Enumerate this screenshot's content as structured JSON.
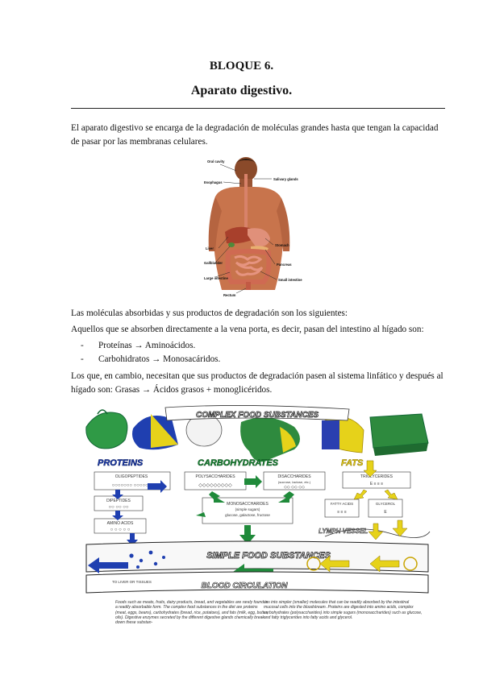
{
  "header": {
    "block_title": "BLOQUE 6.",
    "topic_title": "Aparato digestivo."
  },
  "intro": "El aparato digestivo se encarga de la degradación de moléculas grandes hasta que tengan la capacidad de pasar por las membranas celulares.",
  "anatomy_figure": {
    "labels": {
      "oral_cavity": "Oral cavity",
      "esophagus": "Esophagus",
      "salivary_glands": "Salivary glands",
      "liver": "Liver",
      "stomach": "Stomach",
      "gallbladder": "Gallbladder",
      "pancreas": "Pancreas",
      "large_intestine": "Large intestine",
      "small_intestine": "Small intestine",
      "rectum": "Rectum"
    }
  },
  "absorbed_intro": "Las moléculas absorbidas y sus productos de degradación son los siguientes:",
  "portal_intro": "Aquellos que se absorben directamente a la vena porta, es decir, pasan del intestino al hígado son:",
  "list_items": [
    {
      "dash": "-",
      "text": "Proteínas → Aminoácidos."
    },
    {
      "dash": "-",
      "text": "Carbohidratos → Monosacáridos."
    }
  ],
  "lymph_text": "Los que, en cambio, necesitan que sus productos de degradación pasen al sistema linfático y después al hígado son: Grasas → Ácidos grasos + monoglicéridos.",
  "digestion_figure": {
    "complex_title": "COMPLEX FOOD SUBSTANCES",
    "proteins": "PROTEINS",
    "carbohydrates": "CARBOHYDRATES",
    "fats": "FATS",
    "oligopeptides": "OLIGOPEPTIDES",
    "dipeptides": "DIPEPTIDES",
    "amino_acids": "AMINO ACIDS",
    "polysaccharides": "POLYSACCHARIDES",
    "disaccharides": "DISACCHARIDES",
    "disaccharides_sub": "(sucrose, lactose, etc.)",
    "monosaccharides": "MONOSACCHARIDES",
    "monosaccharides_sub": "(simple sugars)",
    "monosaccharides_sub2": "glucose, galactose, fructose",
    "triglycerides": "TRIGLYCERIDES",
    "fatty_acids": "FATTY ACIDS",
    "glycerol": "GLYCEROL",
    "lymph_vessel": "LYMPH VESSEL",
    "simple_title": "SIMPLE FOOD SUBSTANCES",
    "blood_title": "BLOOD CIRCULATION",
    "liver_note": "TO LIVER OR TISSUES",
    "colors": {
      "protein": "#1f3fb0",
      "carb": "#1f8a3a",
      "fat": "#e6d21a",
      "fat_dark": "#c9a400"
    }
  },
  "caption_left": "Foods such as meats, fruits, dairy products, bread, and vegetables are rarely found in a readily absorbable form. The complex food substances in the diet are proteins (meat, eggs, beans), carbohydrates (bread, rice, potatoes), and fats (milk, egg, butter, oils). Digestive enzymes secreted by the different digestive glands chemically break down these substan-",
  "caption_right": "ces into simpler (smaller) molecules that can be readily absorbed by the intestinal mucosal cells into the bloodstream. Proteins are digested into amino acids, complex carbohydrates (polysaccharides) into simple sugars (monosaccharides) such as glucose, and fatty triglycerides into fatty acids and glycerol."
}
